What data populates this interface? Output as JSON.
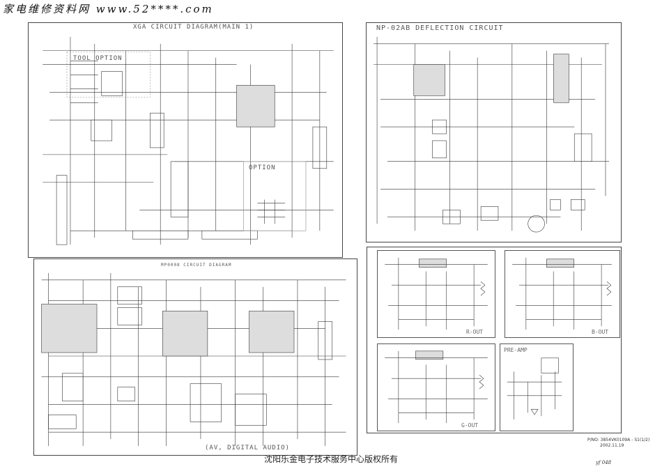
{
  "header": {
    "watermark": "家电维修资料网 www.52****.com"
  },
  "panels": {
    "xga": {
      "title": "XGA CIRCUIT DIAGRAM(MAIN 1)",
      "tool_option": "TOOL OPTION",
      "option": "OPTION"
    },
    "deflection": {
      "title": "NP-02AB DEFLECTION CIRCUIT"
    },
    "mp": {
      "title": "MP0008 CIRCUIT DIAGRAM",
      "bottom_label": "(AV, DIGITAL AUDIO)"
    },
    "crt": {
      "r_out": "R-OUT",
      "b_out": "B-OUT",
      "g_out": "G-OUT",
      "pre_amp": "PRE-AMP"
    }
  },
  "footer": {
    "part_no": "P/NO: 3854VK0109A - S1(1/2)",
    "date": "2002.11.19",
    "copyright": "沈阳乐金电子技术服务中心版权所有",
    "signature": "yf 048"
  }
}
